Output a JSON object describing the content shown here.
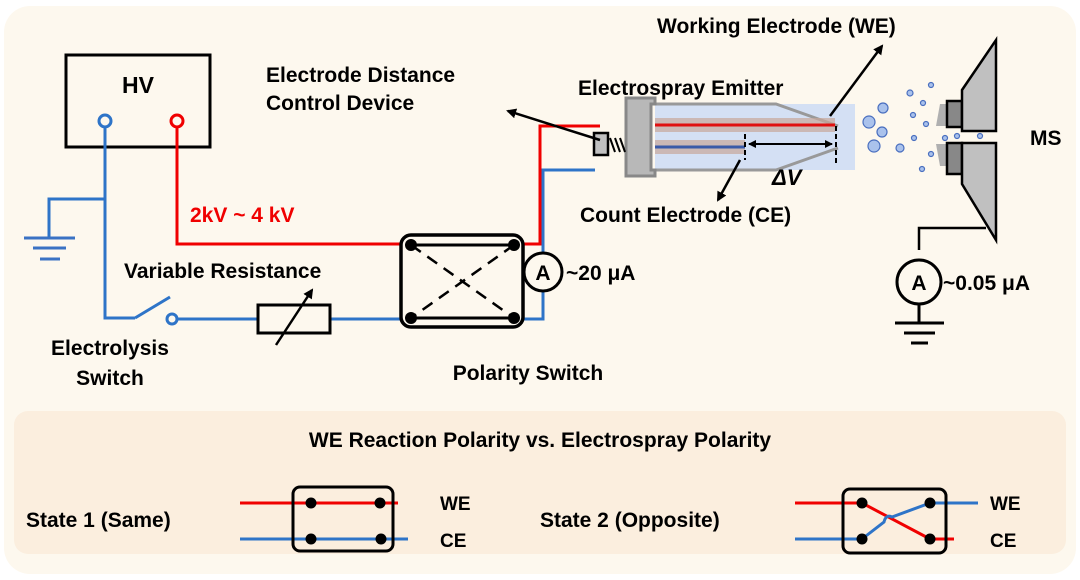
{
  "colors": {
    "outer_panel": "#fdf8ee",
    "inner_panel": "#fbeede",
    "red_wire": "#f00000",
    "blue_wire": "#2e74c8",
    "emitter_gray": "#b8b8b8",
    "emitter_fill": "#d4e0f4",
    "droplet": "#aac2ec",
    "ms_gray": "#c0c0c0"
  },
  "labels": {
    "hv": "HV",
    "edcd_line1": "Electrode Distance",
    "edcd_line2": "Control Device",
    "emitter": "Electrospray Emitter",
    "working_electrode": "Working Electrode (WE)",
    "count_electrode": "Count Electrode (CE)",
    "delta_v": "ΔV",
    "ms": "MS",
    "voltage": "2kV ~ 4 kV",
    "variable_resistance": "Variable Resistance",
    "current_spray": "~20 μA",
    "current_ms": "~0.05 μA",
    "ammeter": "A",
    "electrolysis_line1": "Electrolysis",
    "electrolysis_line2": "Switch",
    "polarity_switch": "Polarity Switch"
  },
  "legend": {
    "title": "WE Reaction Polarity vs. Electrospray Polarity",
    "state1": "State 1 (Same)",
    "state2": "State 2 (Opposite)",
    "we": "WE",
    "ce": "CE"
  }
}
